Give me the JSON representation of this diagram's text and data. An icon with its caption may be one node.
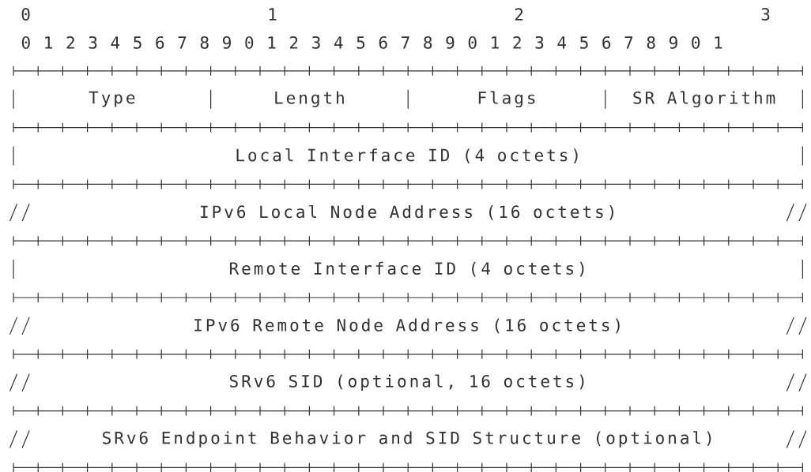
{
  "diagram": {
    "nodes": [
      {
        "text": [
          "Type"
        ]
      },
      {
        "text": [
          "Length"
        ]
      },
      {
        "text": [
          "Flags"
        ]
      },
      {
        "text": [
          "SR Algorithm"
        ]
      },
      {
        "text": [
          "Local Interface ID (4 octets)"
        ]
      },
      {
        "text": [
          "IPv6 Local Node Address (16 octets)"
        ]
      },
      {
        "text": [
          "Remote Interface ID (4 octets)"
        ]
      },
      {
        "text": [
          "IPv6 Remote Node Address (16 octets)"
        ]
      },
      {
        "text": [
          "SRv6 SID (optional, 16 octets)"
        ]
      },
      {
        "text": [
          "SRv6 Endpoint Behavior and SID Structure (optional)"
        ]
      }
    ],
    "labels": [
      "0",
      "1",
      "2",
      "3",
      "0 1 2 3 4 5 6 7 8 9 0 1 2 3 4 5 6 7 8 9 0 1 2 3 4 5 6 7 8 9 0 1"
    ]
  }
}
